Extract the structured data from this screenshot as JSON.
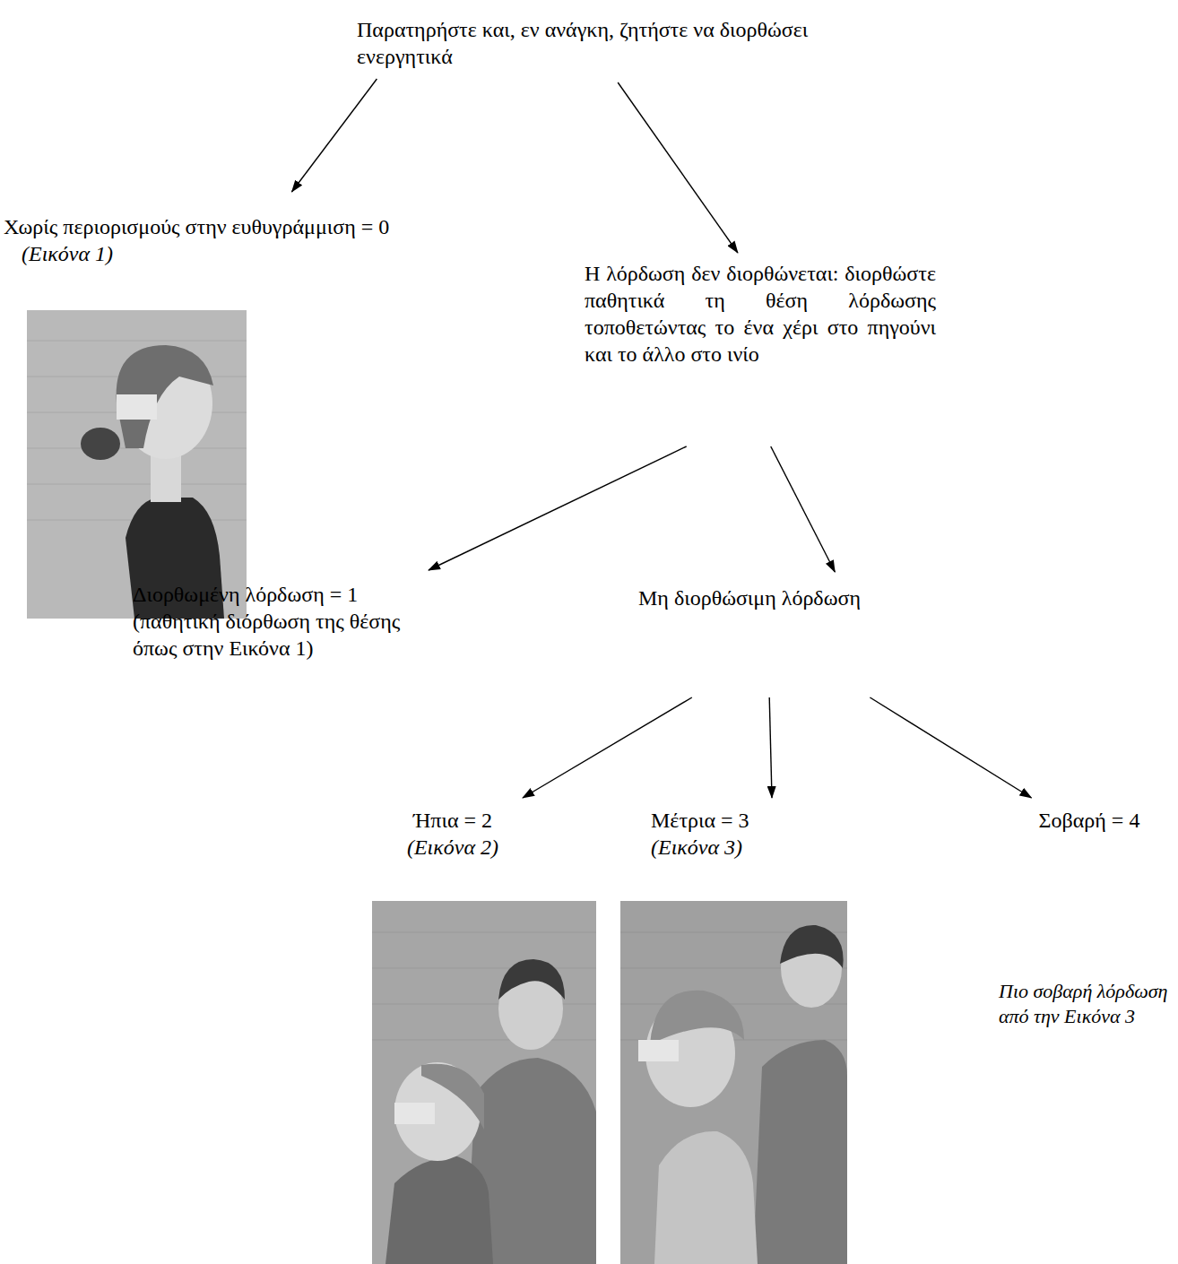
{
  "diagram": {
    "nodes": [
      {
        "text": [
          "Παρατηρήστε και, εν ανάγκη, ζητήστε να διορθώσει ενεργητικά"
        ]
      },
      {
        "text": [
          "Χωρίς περιορισμούς στην ευθυγράμμιση = 0",
          "(Εικόνα 1)"
        ]
      },
      {
        "text": [
          "Η λόρδωση δεν διορθώνεται: διορθώστε παθητικά τη θέση λόρδωσης τοποθετώντας το ένα χέρι στο πηγούνι και το άλλο στο ινίο"
        ]
      },
      {
        "text": [
          "Διορθωμένη λόρδωση = 1",
          "(παθητική διόρθωση της θέσης όπως στην Εικόνα 1)"
        ]
      },
      {
        "text": [
          "Μη διορθώσιμη λόρδωση"
        ]
      },
      {
        "text": [
          "Ήπια = 2",
          "(Εικόνα 2)"
        ]
      },
      {
        "text": [
          "Μέτρια = 3",
          "(Εικόνα 3)"
        ]
      },
      {
        "text": [
          "Σοβαρή = 4"
        ]
      }
    ],
    "edges": [
      {
        "from": 0,
        "to": 1,
        "arrow": "to"
      },
      {
        "from": 0,
        "to": 2,
        "arrow": "to"
      },
      {
        "from": 2,
        "to": 3,
        "arrow": "to"
      },
      {
        "from": 2,
        "to": 4,
        "arrow": "to"
      },
      {
        "from": 4,
        "to": 5,
        "arrow": "to"
      },
      {
        "from": 4,
        "to": 6,
        "arrow": "to"
      },
      {
        "from": 4,
        "to": 7,
        "arrow": "to"
      }
    ],
    "labels": [
      "Πιο σοβαρή λόρδωση από την Εικόνα 3"
    ]
  }
}
